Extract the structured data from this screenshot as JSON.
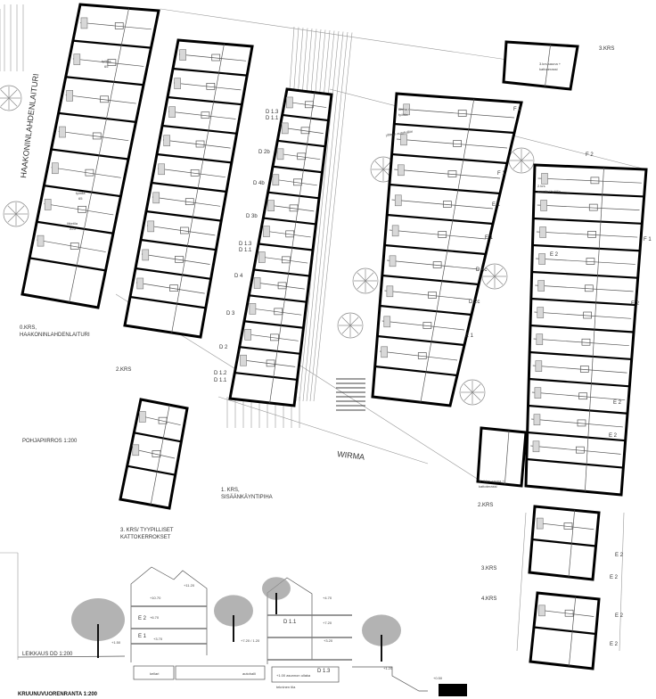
{
  "drawing": {
    "street_label": "HAAKONINLAHDENLAITURI",
    "courtyard_label": "WIRMA",
    "floor_labels": {
      "ground": [
        "0.KRS,",
        "HAAKONINLAHDENLAITURI"
      ],
      "first": [
        "1. KRS,",
        "SISÄÄNKÄYNTIPIHA"
      ],
      "second_left": "2.KRS",
      "third_left": [
        "3. KRS/ TYYPILLISET",
        "KATTOKERROKSET"
      ],
      "third_top": "3.KRS",
      "second_right": "2.KRS",
      "third_right": "3.KRS",
      "fourth_right": "4.KRS"
    },
    "scale_titles": {
      "plan": "POHJAPIIRROS 1:200",
      "section": "LEIKKAUS DD 1:200",
      "site": "KRUUNUVUORENRANTA 1:200"
    },
    "room_labels": {
      "workspace_1": [
        "työtila",
        "65"
      ],
      "workspace_2": [
        "työtila",
        "65"
      ],
      "commercial": [
        "liiketila",
        "225"
      ],
      "club": [
        "kerho /",
        "työtila"
      ],
      "garage_link": "yhteys autohalliin",
      "sauna_top": [
        "3.krs sauna +",
        "kattoterassi"
      ],
      "apartment_work": [
        "2.krs",
        "asunto / työtila"
      ],
      "sauna_right": [
        "3.-4.krs sauna +",
        "kattoterassi"
      ]
    },
    "unit_types_block_d": [
      "D 1.3",
      "D 1.1",
      "D 2b",
      "D 4b",
      "D 3b",
      "D 1.3",
      "D 1.1",
      "D 4",
      "D 3",
      "D 2",
      "D 1.2",
      "D 1.1"
    ],
    "unit_types_block_e": [
      "F 2",
      "F 1",
      "E 1",
      "E 1",
      "D 4c",
      "D 2c",
      "E 1"
    ],
    "unit_types_block_f": [
      "F 2",
      "F 1",
      "E 2",
      "E 2",
      "E 2",
      "E 2"
    ],
    "unit_types_small": [
      "E 2",
      "E 2",
      "E 2",
      "E 2"
    ],
    "section": {
      "units": [
        "E 2",
        "E 1",
        "D 1.1",
        "D 1.3"
      ],
      "levels": [
        "+11.20",
        "+10.70",
        "+6.70",
        "+3.70",
        "+4.70",
        "+7.20",
        "+1.50",
        "+7.20 / 1.20",
        "+3.20",
        "+1.20",
        "+0.50"
      ],
      "spaces": [
        "kellari",
        "autohalli",
        "+1.00 asunnon ullaka",
        "tekninen tila"
      ]
    }
  }
}
